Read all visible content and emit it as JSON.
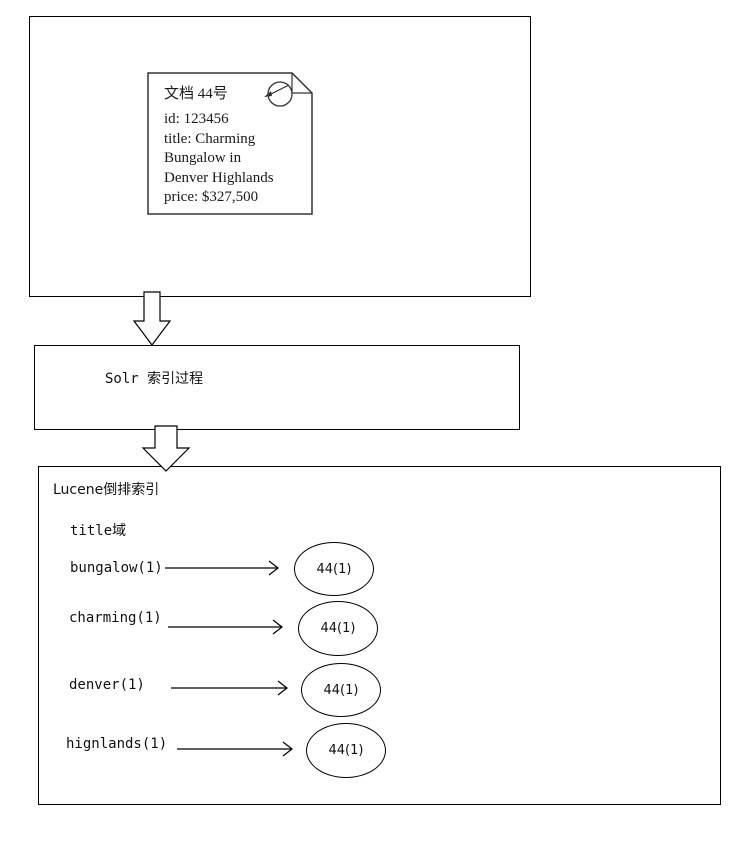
{
  "document": {
    "title": "文档 44号",
    "lines": [
      "id: 123456",
      "title: Charming",
      "Bungalow in",
      "Denver Highlands",
      "price: $327,500"
    ]
  },
  "process": {
    "label": "Solr 索引过程"
  },
  "index": {
    "title": "Lucene倒排索引",
    "field_label": "title域",
    "entries": [
      {
        "term": "bungalow(1)",
        "posting": "44(1)"
      },
      {
        "term": "charming(1)",
        "posting": "44(1)"
      },
      {
        "term": "denver(1)",
        "posting": "44(1)"
      },
      {
        "term": "hignlands(1)",
        "posting": "44(1)"
      }
    ]
  }
}
